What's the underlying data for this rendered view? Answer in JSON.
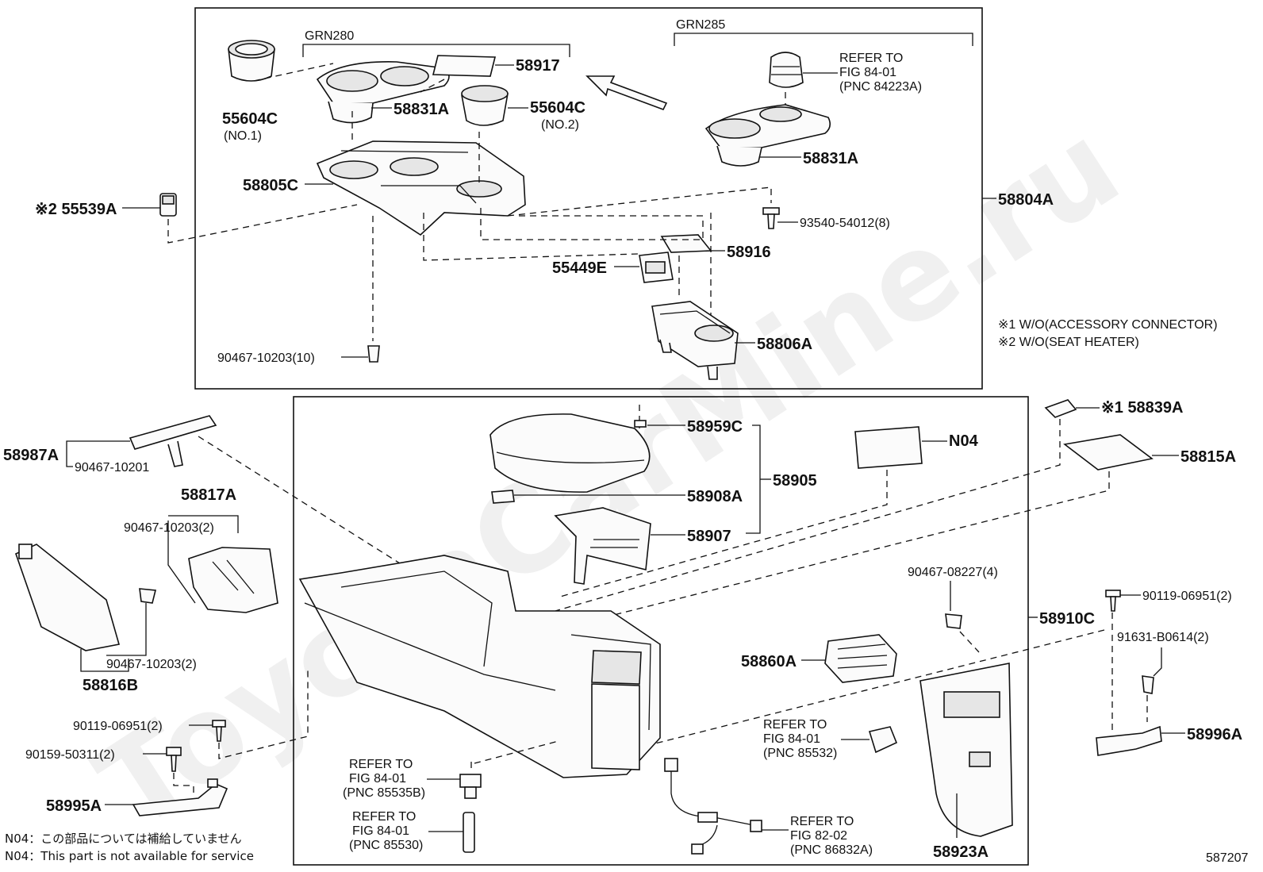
{
  "watermark": "ToyotaCarMine.ru",
  "figure_number": "587207",
  "groups": {
    "left": "GRN280",
    "right": "GRN285"
  },
  "labels": {
    "p55604c_a": "55604C",
    "p55604c_a_note": "(NO.1)",
    "p58831a_a": "58831A",
    "p58917": "58917",
    "p55604c_b": "55604C",
    "p55604c_b_note": "(NO.2)",
    "p58805c": "58805C",
    "p55539a": "※2 55539A",
    "p90467_10203_10": "90467-10203(10)",
    "ref_84223a_1": "REFER TO",
    "ref_84223a_2": "FIG 84-01",
    "ref_84223a_3": "(PNC 84223A)",
    "p58831a_b": "58831A",
    "p58804a": "58804A",
    "p93540": "93540-54012(8)",
    "p58916": "58916",
    "p55449e": "55449E",
    "p58806a": "58806A",
    "footnote1": "※1 W/O(ACCESSORY CONNECTOR)",
    "footnote2": "※2 W/O(SEAT HEATER)",
    "p58839a": "※1 58839A",
    "p58815a": "58815A",
    "p58987a": "58987A",
    "p90467_10201": "90467-10201",
    "p58959c": "58959C",
    "p58905": "58905",
    "p58908a": "58908A",
    "p58907": "58907",
    "pN04": "N04",
    "p58817a": "58817A",
    "p90467_10203_2a": "90467-10203(2)",
    "p90467_10203_2b": "90467-10203(2)",
    "p58816b": "58816B",
    "p90467_08227": "90467-08227(4)",
    "p90119_a": "90119-06951(2)",
    "p91631": "91631-B0614(2)",
    "p58910c": "58910C",
    "p58860a": "58860A",
    "p58996a": "58996A",
    "p90119_b": "90119-06951(2)",
    "p90159": "90159-50311(2)",
    "p58995a": "58995A",
    "ref_85532_1": "REFER TO",
    "ref_85532_2": "FIG 84-01",
    "ref_85532_3": "(PNC 85532)",
    "ref_85535b_1": "REFER TO",
    "ref_85535b_2": "FIG 84-01",
    "ref_85535b_3": "(PNC 85535B)",
    "ref_85530_1": "REFER TO",
    "ref_85530_2": "FIG 84-01",
    "ref_85530_3": "(PNC 85530)",
    "ref_86832a_1": "REFER TO",
    "ref_86832a_2": "FIG 82-02",
    "ref_86832a_3": "(PNC 86832A)",
    "p58923a": "58923A",
    "n04_note_jp": "N04：この部品については補給していません",
    "n04_note_en": "N04：This part is not available for service"
  }
}
